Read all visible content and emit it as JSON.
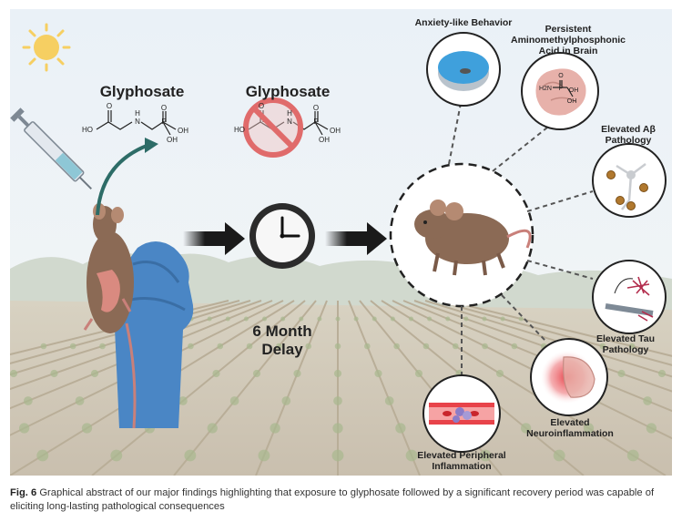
{
  "labels": {
    "glyphosate_left": "Glyphosate",
    "glyphosate_right": "Glyphosate",
    "delay": "6 Month Delay",
    "anxiety": "Anxiety-like Behavior",
    "ampa": "Persistent Aminomethylphosphonic Acid in Brain",
    "abeta": "Elevated Aβ Pathology",
    "tau": "Elevated Tau Pathology",
    "neuroinflammation": "Elevated Neuroinflammation",
    "peripheral": "Elevated Peripheral Inflammation"
  },
  "molecule": {
    "ho": "HO",
    "o": "O",
    "n": "N",
    "h": "H",
    "p": "P",
    "oh": "OH",
    "h2n": "H2N"
  },
  "caption": {
    "label": "Fig. 6",
    "text": "Graphical abstract of our major findings highlighting that exposure to glyphosate followed by a significant recovery period was capable of eliciting long-lasting pathological consequences"
  },
  "colors": {
    "sky": "#e9f0f6",
    "field": "#cdc4b4",
    "mouse": "#8b6a55",
    "glove": "#4a86c5",
    "inflammation": "#e8434a",
    "arrow": "#1a1a1a"
  },
  "icons": [
    "sun-icon",
    "syringe-icon",
    "clock-icon",
    "no-sign-icon",
    "mouse-icon",
    "water-maze-icon",
    "brain-icon",
    "neuron-icon",
    "tau-fibril-icon",
    "blood-vessel-icon"
  ]
}
